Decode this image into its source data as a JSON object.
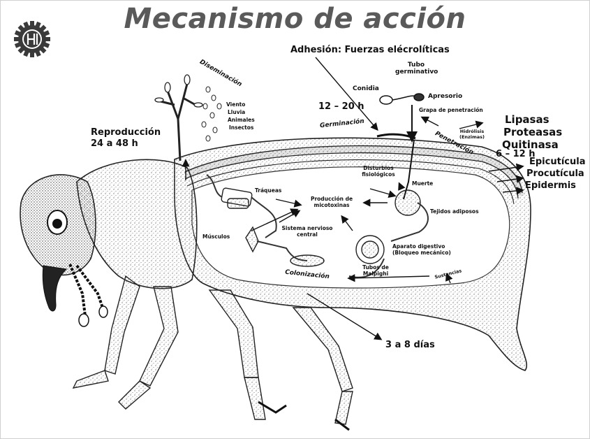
{
  "title": "Mecanismo de acción",
  "labels": {
    "adhesion": "Adhesión: Fuerzas elécrolíticas",
    "tubo": "Tubo\ngerminativo",
    "conidia": "Conidia",
    "apresorio": "Apresorio",
    "grapa": "Grapa de penetración",
    "time_12_20": "12 – 20 h",
    "diseminacion": "Diseminación",
    "viento": "Viento",
    "lluvia": "Lluvia",
    "animales": "Animales",
    "insectos": "Insectos",
    "reproduccion": "Reproducción",
    "time_24_48": "24 a 48 h",
    "germinacion": "Germinación",
    "hidrolisis": "Hidrólisis\n(Enzimas)",
    "lipasas": "Lipasas",
    "proteasas": "Proteasas",
    "quitinasa": "Quitinasa",
    "time_6_12": "6 – 12 h",
    "penetracion": "Penetración",
    "epicuticula": "Epicutícula",
    "procuticula": "Procutícula",
    "epidermis": "Epidermis",
    "disturbios": "Disturbios\nfisiológicos",
    "muerte": "Muerte",
    "traqueas": "Tráqueas",
    "produccion": "Producción de\nmicotoxinas",
    "tejidos": "Tejidos adiposos",
    "musculos": "Músculos",
    "sistema": "Sistema nervioso\ncentral",
    "aparato": "Aparato digestivo\n(Bloqueo mecánico)",
    "tubos_malpighi": "Tubos de\nMalpighi",
    "sustancias": "Sustancias",
    "colonizacion": "Colonización",
    "time_3_8": "3 a 8 días"
  }
}
